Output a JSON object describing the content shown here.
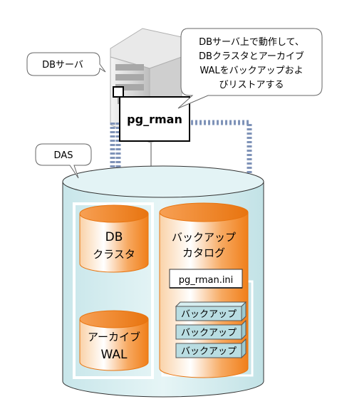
{
  "callouts": {
    "server_label": "DBサーバ",
    "das_label": "DAS",
    "description_lines": [
      "DBサーバ上で動作して、",
      "DBクラスタとアーカイブ",
      "WALをバックアップおよ",
      "びリストアする"
    ]
  },
  "pg_rman": {
    "label": "pg_rman"
  },
  "db_cluster": {
    "line1": "DB",
    "line2": "クラスタ"
  },
  "archive_wal": {
    "line1": "アーカイブ",
    "line2": "WAL"
  },
  "catalog": {
    "line1": "バックアップ",
    "line2": "カタログ"
  },
  "config_file": {
    "label": "pg_rman.ini"
  },
  "backups": [
    "バックアップ",
    "バックアップ",
    "バックアップ"
  ],
  "colors": {
    "orange": "#f5892a",
    "orange_light": "#fcd9b0",
    "disk_fill": "#d6eef0",
    "backup_box": "#b9dde2",
    "server_gray": "#d9d9d9",
    "dash_blue": "#7f93b8"
  }
}
